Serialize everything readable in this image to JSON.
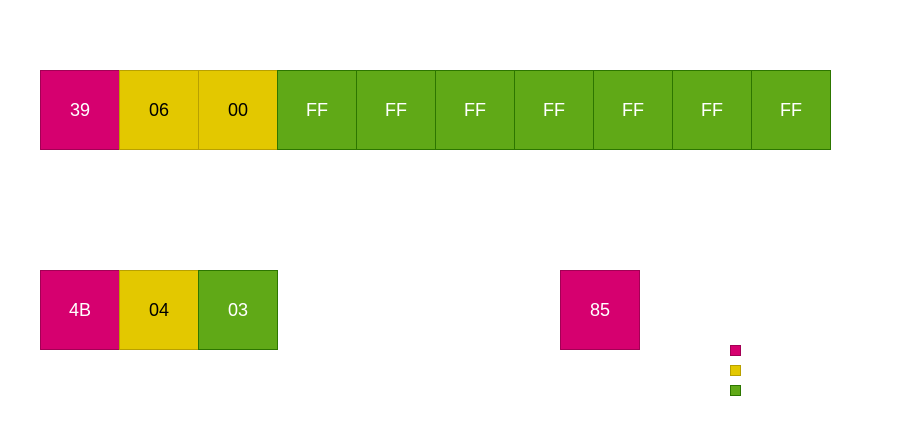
{
  "colors": {
    "magenta": "#d6006f",
    "magenta_border": "#a30055",
    "yellow": "#e3c800",
    "yellow_border": "#b8a000",
    "green": "#60a917",
    "green_border": "#2d7600",
    "text_light": "#ffffff",
    "text_dark": "#000000"
  },
  "rows": {
    "top": [
      {
        "label": "39",
        "kind": "magenta"
      },
      {
        "label": "06",
        "kind": "yellow"
      },
      {
        "label": "00",
        "kind": "yellow"
      },
      {
        "label": "FF",
        "kind": "green"
      },
      {
        "label": "FF",
        "kind": "green"
      },
      {
        "label": "FF",
        "kind": "green"
      },
      {
        "label": "FF",
        "kind": "green"
      },
      {
        "label": "FF",
        "kind": "green"
      },
      {
        "label": "FF",
        "kind": "green"
      },
      {
        "label": "FF",
        "kind": "green"
      }
    ],
    "bottom_left": [
      {
        "label": "4B",
        "kind": "magenta"
      },
      {
        "label": "04",
        "kind": "yellow"
      },
      {
        "label": "03",
        "kind": "green"
      }
    ],
    "bottom_right": [
      {
        "label": "85",
        "kind": "magenta"
      }
    ]
  },
  "legend": [
    {
      "kind": "magenta"
    },
    {
      "kind": "yellow"
    },
    {
      "kind": "green"
    }
  ]
}
